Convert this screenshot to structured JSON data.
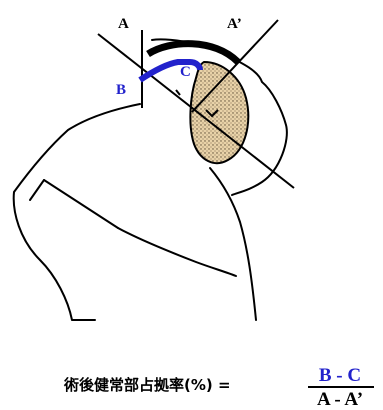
{
  "labels": {
    "A": "A",
    "A_prime": "A’",
    "B": "B",
    "C": "C"
  },
  "formula": {
    "text": "術後健常部占拠率(%) =",
    "numerator": "B - C",
    "denominator": "A - A’"
  },
  "colors": {
    "blue": "#2222cc",
    "black": "#000000",
    "hatch_fill": "#e8d2a8"
  }
}
